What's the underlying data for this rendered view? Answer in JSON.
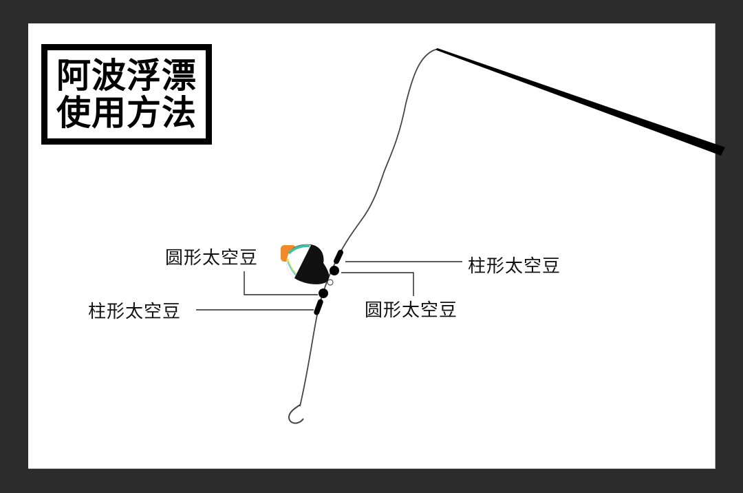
{
  "title": {
    "line1": "阿波浮漂",
    "line2": "使用方法"
  },
  "labels": {
    "left_round_bead": "圆形太空豆",
    "left_cylinder_bead": "柱形太空豆",
    "right_cylinder_bead": "柱形太空豆",
    "right_round_bead": "圆形太空豆"
  },
  "colors": {
    "background": "#2c2c2c",
    "panel": "#ffffff",
    "ink": "#000000",
    "float_cap": "#f08a2a",
    "float_stripe_green": "#3fc0a0",
    "float_stripe_yellow": "#e6e24a"
  },
  "icons": {
    "rod": "fishing-rod-icon",
    "float": "abo-float-icon",
    "hook": "fishing-hook-icon"
  }
}
